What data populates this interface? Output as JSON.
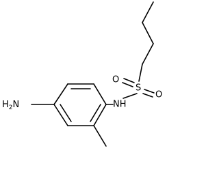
{
  "molecule": {
    "atoms": {
      "nh": "NH",
      "s": "S",
      "o_upper": "O",
      "o_lower": "O",
      "amine_n": "N",
      "amine_h": "H",
      "amine_sub": "2"
    }
  }
}
